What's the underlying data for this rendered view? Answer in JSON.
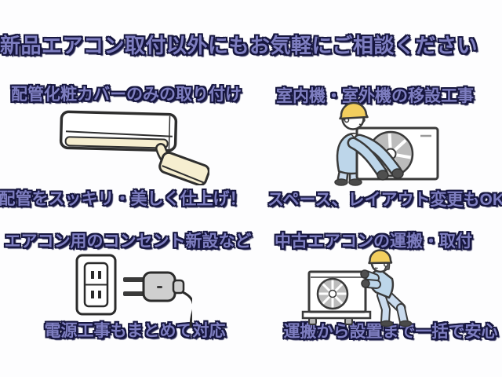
{
  "flyer": {
    "title": "新品エアコン取付以外にもお気軽にご相談ください"
  },
  "sections": [
    {
      "heading": "配管化粧カバーのみの取り付け",
      "caption": "配管をスッキリ・美しく仕上げ！",
      "illustration": "indoor-ac-unit-with-pipe-cover"
    },
    {
      "heading": "室内機・室外機の移設工事",
      "caption": "スペース、レイアウト変更もOK",
      "illustration": "worker-carrying-outdoor-unit"
    },
    {
      "heading": "エアコン用のコンセント新設など",
      "caption": "電源工事もまとめて対応",
      "illustration": "power-outlet-and-plug"
    },
    {
      "heading": "中古エアコンの運搬・取付",
      "caption": "運搬から設置まで一括で安心",
      "illustration": "worker-moving-outdoor-unit-on-cart"
    }
  ],
  "colors": {
    "text_fill": "#7e7ec0",
    "text_outline": "#16163e",
    "helmet_yellow": "#f2ce5e",
    "uniform_blue": "#bdd6ea",
    "pants_blue": "#cadbee",
    "pipe_cover_beige": "#f6eed0",
    "fan_gray": "#bcbcbc",
    "outline_dark": "#3a3a3a",
    "background": "#fdfdfe"
  }
}
